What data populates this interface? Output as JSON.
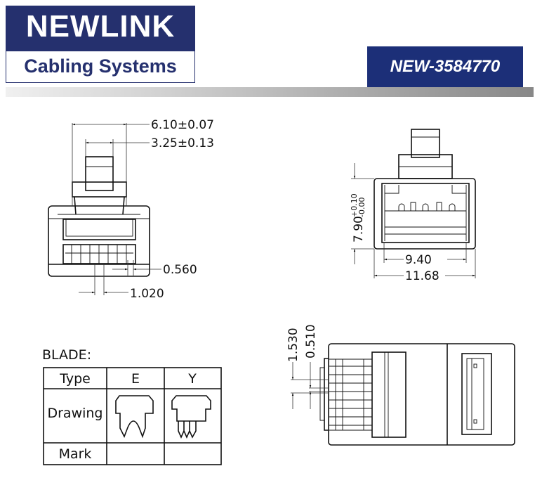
{
  "header": {
    "brand": "NEWLINK",
    "tagline": "Cabling Systems",
    "part_number": "NEW-3584770",
    "brand_color": "#25306e",
    "part_box_color": "#1c2f78"
  },
  "front_view": {
    "dim_width": "6.10±0.07",
    "dim_latch": "3.25±0.13",
    "dim_contact_width": "0.560",
    "dim_pitch": "1.020"
  },
  "end_view": {
    "dim_height": "7.90",
    "dim_height_tol_plus": "+0.10",
    "dim_height_tol_minus": "-0.00",
    "dim_inner_width": "9.40",
    "dim_outer_width": "11.68"
  },
  "side_view": {
    "dim_a": "1.530",
    "dim_b": "0.510"
  },
  "blade_table": {
    "title": "BLADE:",
    "row_labels": [
      "Type",
      "Drawing",
      "Mark"
    ],
    "types": [
      "E",
      "Y"
    ],
    "marks": [
      "",
      ""
    ]
  }
}
